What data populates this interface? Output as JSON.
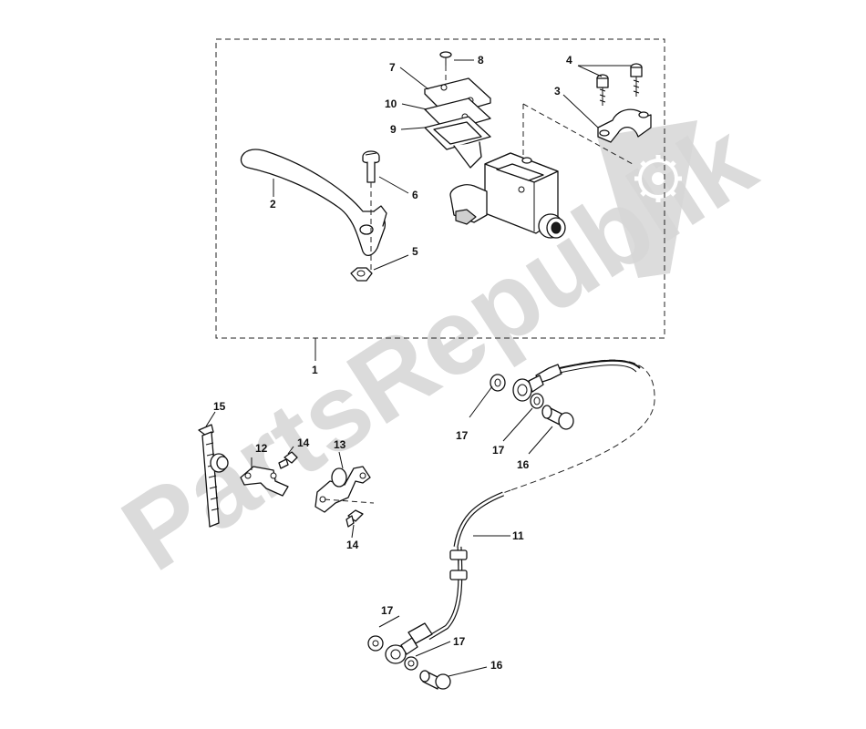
{
  "diagram": {
    "callouts": [
      {
        "id": "c1",
        "label": "1"
      },
      {
        "id": "c2",
        "label": "2"
      },
      {
        "id": "c3",
        "label": "3"
      },
      {
        "id": "c4",
        "label": "4"
      },
      {
        "id": "c5",
        "label": "5"
      },
      {
        "id": "c6",
        "label": "6"
      },
      {
        "id": "c7",
        "label": "7"
      },
      {
        "id": "c8",
        "label": "8"
      },
      {
        "id": "c9",
        "label": "9"
      },
      {
        "id": "c10",
        "label": "10"
      },
      {
        "id": "c11",
        "label": "11"
      },
      {
        "id": "c12",
        "label": "12"
      },
      {
        "id": "c13",
        "label": "13"
      },
      {
        "id": "c14a",
        "label": "14"
      },
      {
        "id": "c14b",
        "label": "14"
      },
      {
        "id": "c15",
        "label": "15"
      },
      {
        "id": "c16a",
        "label": "16"
      },
      {
        "id": "c16b",
        "label": "16"
      },
      {
        "id": "c17a",
        "label": "17"
      },
      {
        "id": "c17b",
        "label": "17"
      },
      {
        "id": "c17c",
        "label": "17"
      },
      {
        "id": "c17d",
        "label": "17"
      }
    ]
  },
  "watermark": {
    "text": "PartsRepublik",
    "icon": "gear-flag-icon",
    "color": "#d6d6d6"
  }
}
